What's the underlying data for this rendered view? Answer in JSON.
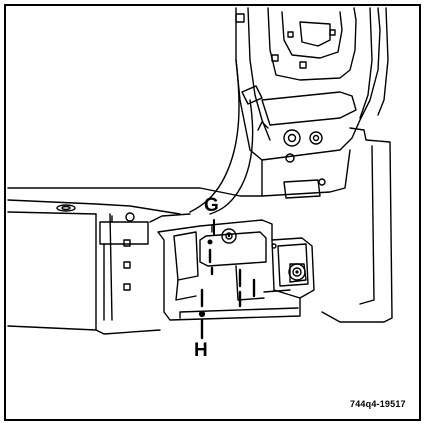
{
  "callouts": {
    "g": "G",
    "h": "H"
  },
  "figure_id": "744q4-19517",
  "colors": {
    "ink": "#000000",
    "paper": "#ffffff"
  }
}
